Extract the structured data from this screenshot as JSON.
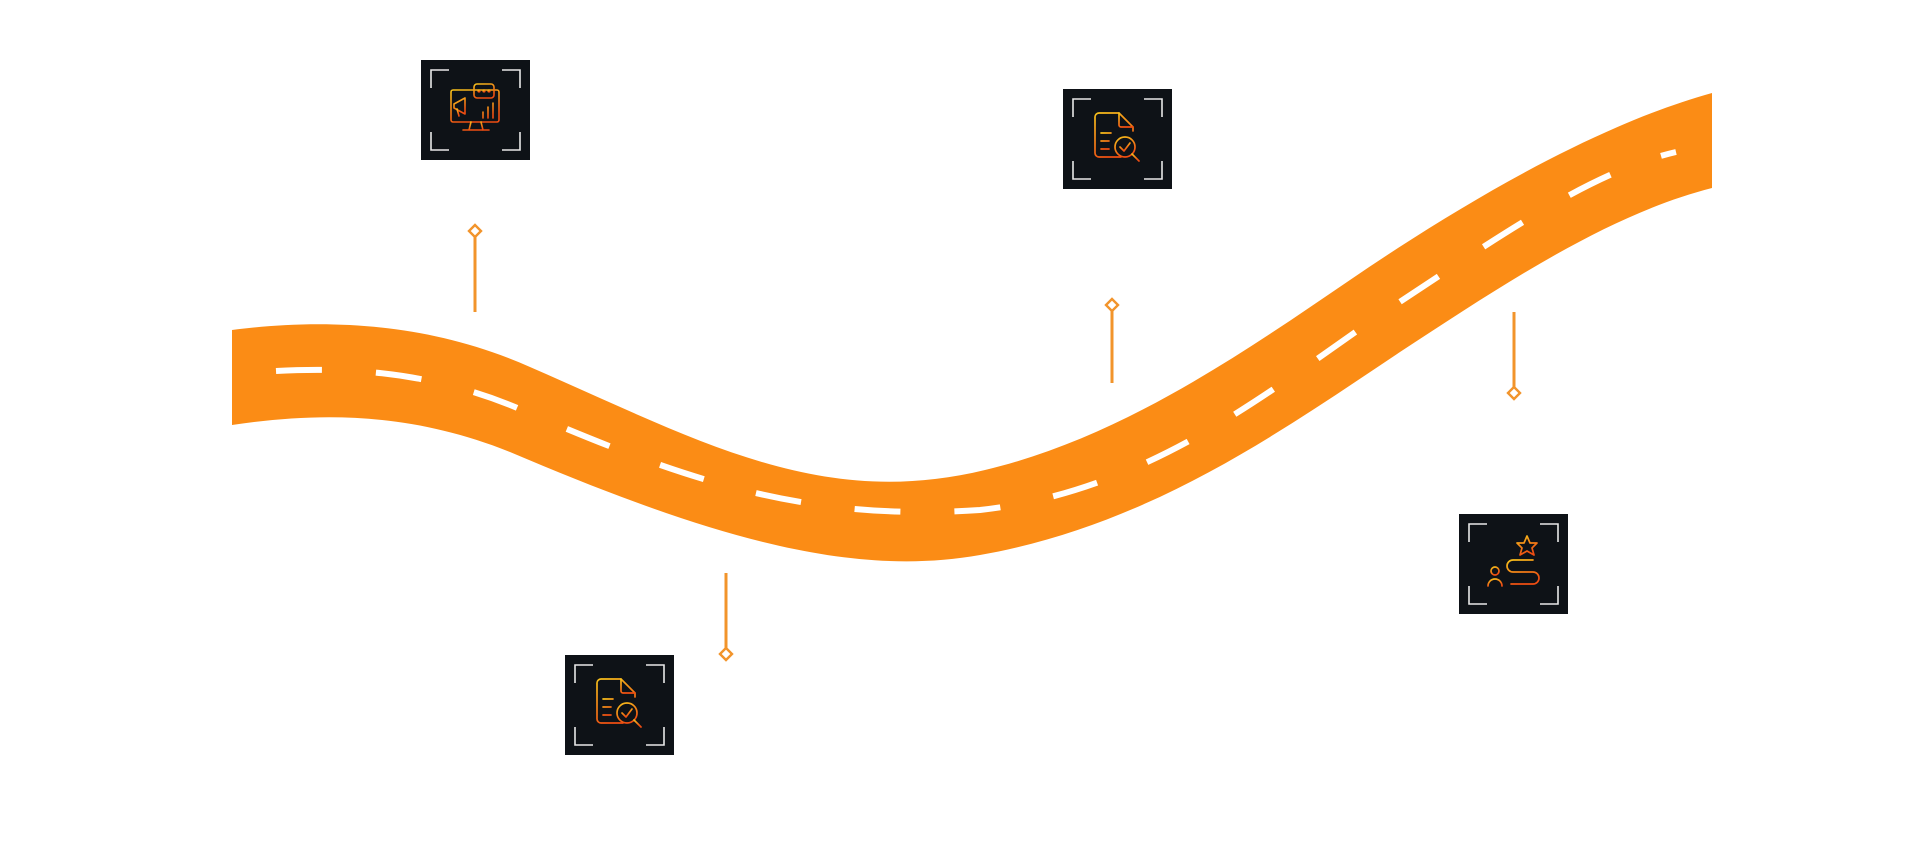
{
  "background_color": "#ffffff",
  "road": {
    "color": "#fb8c15",
    "lane_marking_color": "#ffffff"
  },
  "connector_color": "#f2942b",
  "icon_box": {
    "background": "#0e1217",
    "corner_bracket_color": "#e8e8e8"
  },
  "icon_gradient": [
    "#f7c21c",
    "#ee4d12"
  ],
  "milestones": [
    {
      "icon": "monitor-megaphone-chat-chart-icon",
      "side": "above"
    },
    {
      "icon": "document-search-check-icon",
      "side": "below"
    },
    {
      "icon": "document-search-check-icon",
      "side": "above"
    },
    {
      "icon": "user-path-star-icon",
      "side": "below"
    }
  ]
}
